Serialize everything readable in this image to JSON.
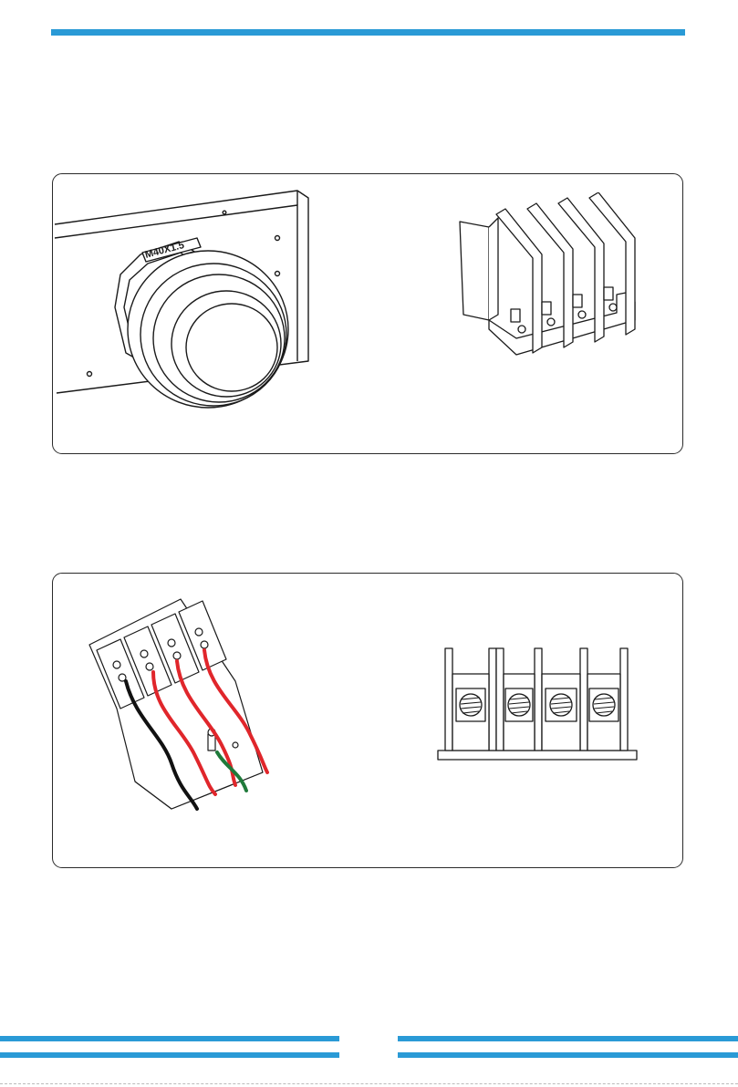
{
  "colors": {
    "accent_blue": "#2a9ad6",
    "outline": "#1a1a1a",
    "wire_black": "#111111",
    "wire_red": "#e0262b",
    "wire_green": "#1f7a3a"
  },
  "cable_gland": {
    "thread_label": "M40X1.5"
  },
  "figures": [
    {
      "name": "cable-gland-on-panel",
      "kind": "illustration"
    },
    {
      "name": "terminal-block-isometric",
      "kind": "illustration"
    },
    {
      "name": "wired-terminal-block",
      "kind": "illustration",
      "wire_colors": [
        "black",
        "red",
        "red",
        "red",
        "green"
      ]
    },
    {
      "name": "terminal-block-front-view",
      "kind": "illustration"
    }
  ]
}
